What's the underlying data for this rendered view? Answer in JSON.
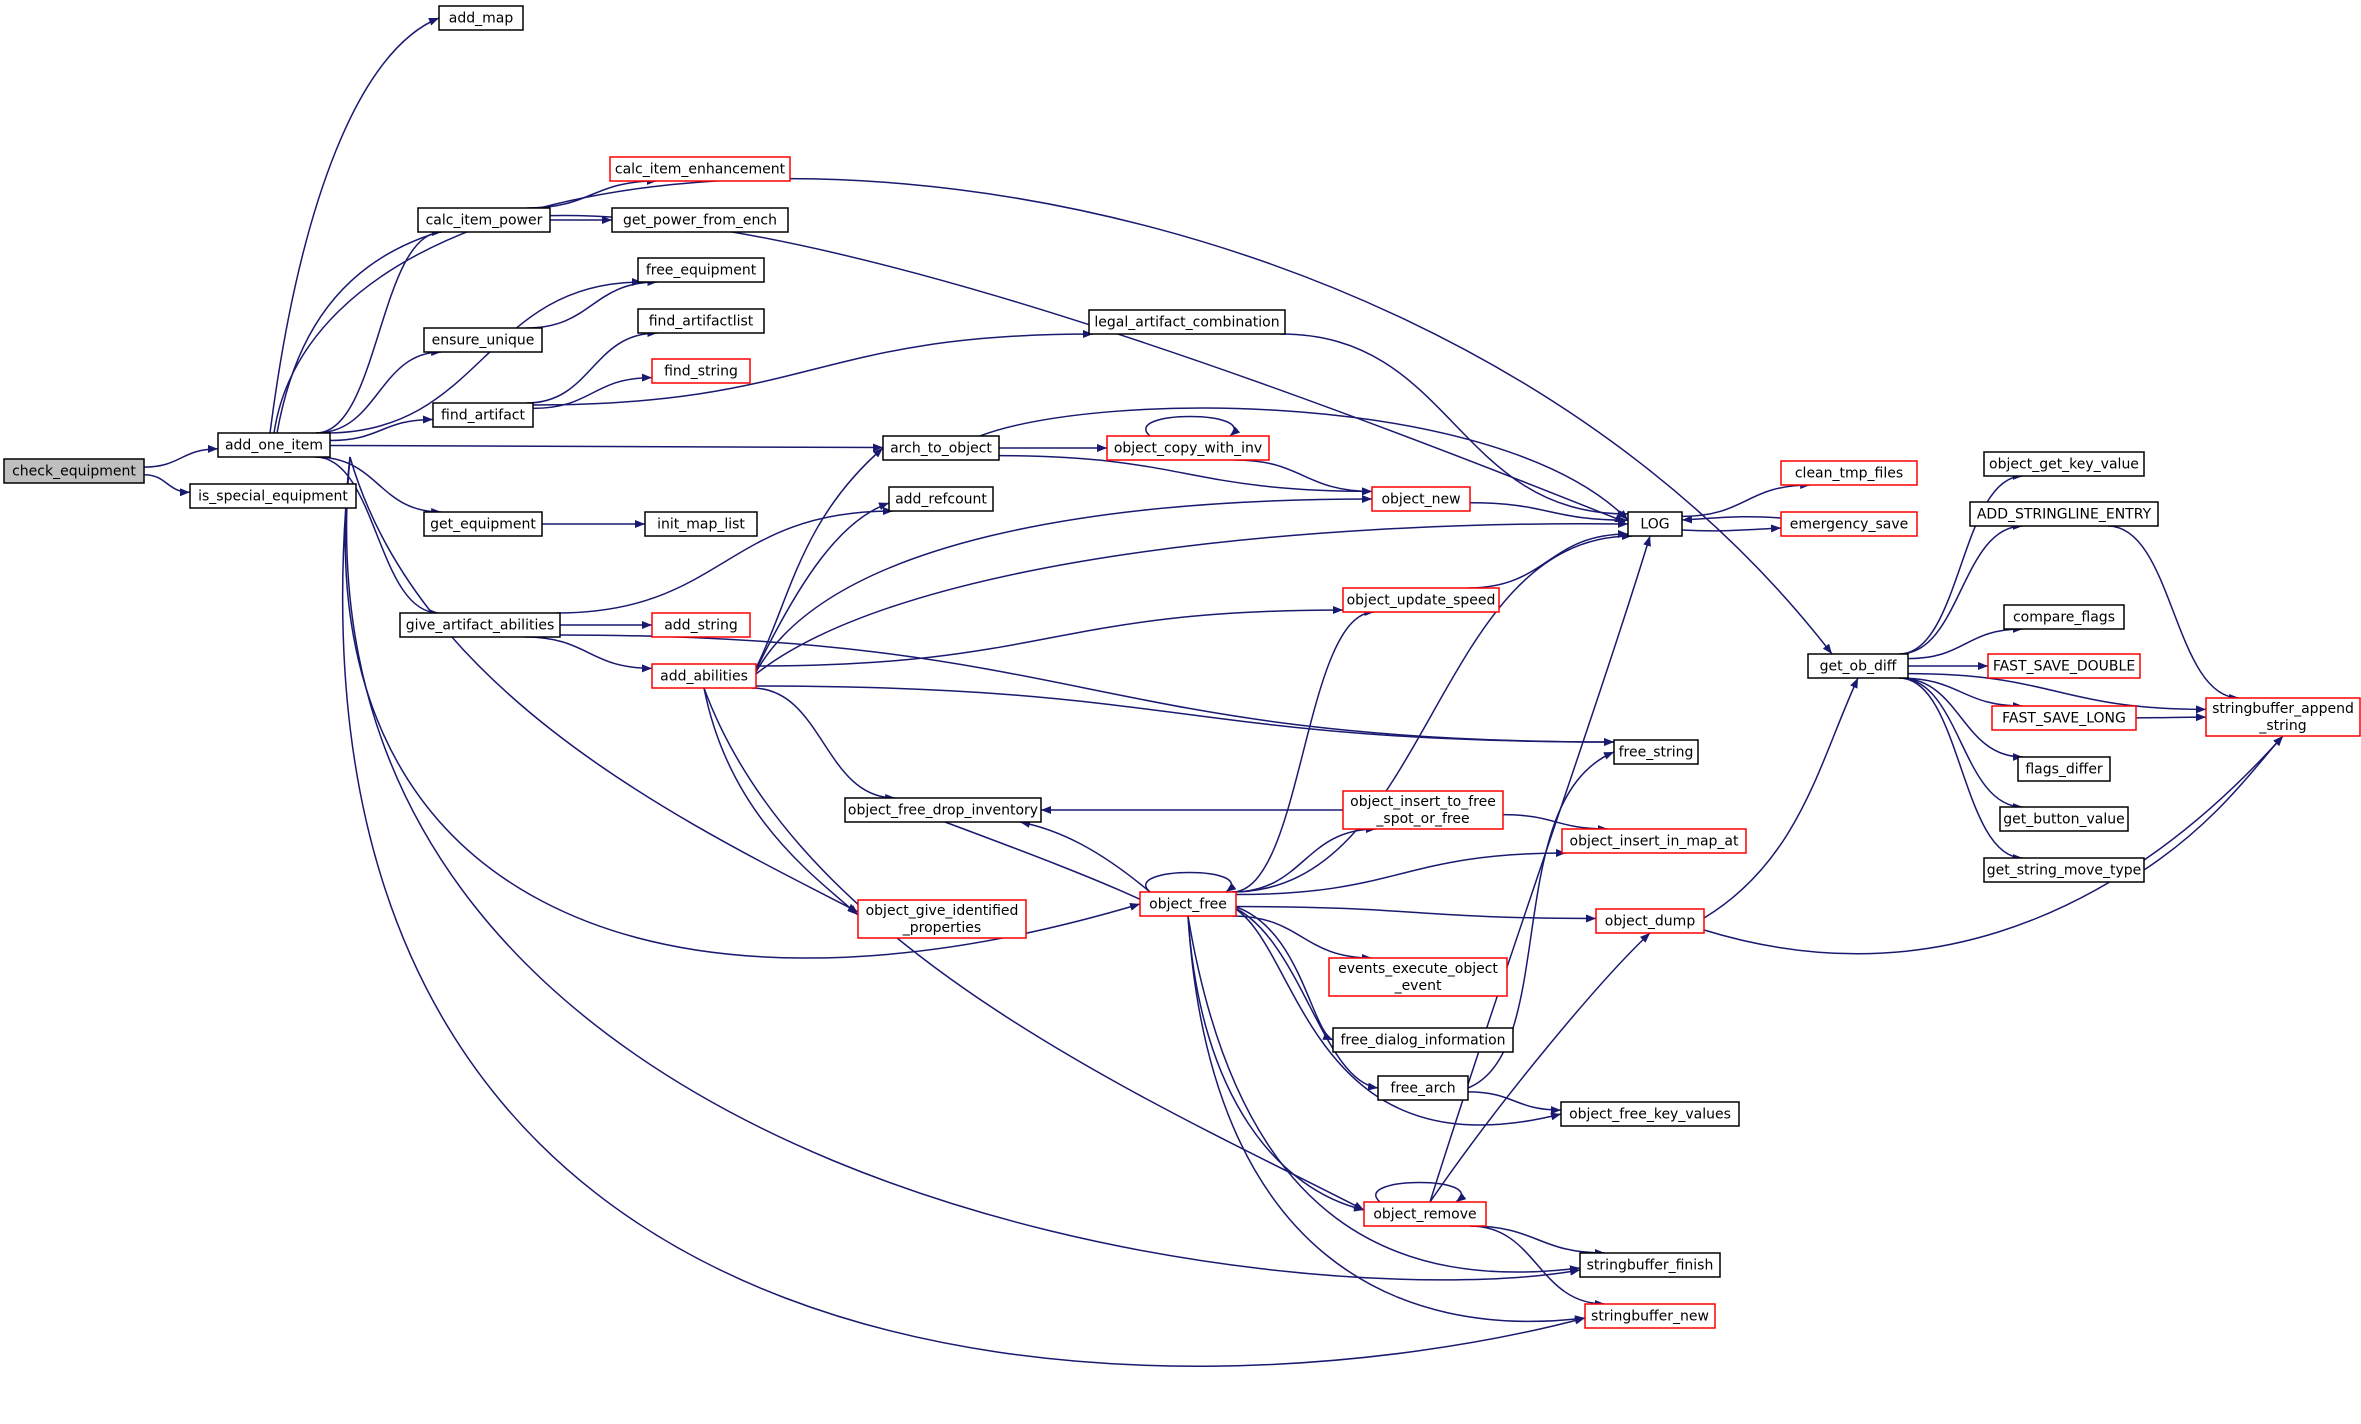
{
  "colors": {
    "edge": "#191970",
    "node_border_normal": "#000000",
    "node_border_truncated": "#ff0000",
    "node_fill": "#ffffff",
    "root_fill": "#bfbfbf"
  },
  "nodes": [
    {
      "id": "check_equipment",
      "lines": [
        "check_equipment"
      ],
      "style": "root"
    },
    {
      "id": "add_one_item",
      "lines": [
        "add_one_item"
      ],
      "style": "normal"
    },
    {
      "id": "is_special_equipment",
      "lines": [
        "is_special_equipment"
      ],
      "style": "normal"
    },
    {
      "id": "add_map",
      "lines": [
        "add_map"
      ],
      "style": "normal"
    },
    {
      "id": "calc_item_enhancement",
      "lines": [
        "calc_item_enhancement"
      ],
      "style": "truncated"
    },
    {
      "id": "calc_item_power",
      "lines": [
        "calc_item_power"
      ],
      "style": "normal"
    },
    {
      "id": "get_power_from_ench",
      "lines": [
        "get_power_from_ench"
      ],
      "style": "normal"
    },
    {
      "id": "free_equipment",
      "lines": [
        "free_equipment"
      ],
      "style": "normal"
    },
    {
      "id": "ensure_unique",
      "lines": [
        "ensure_unique"
      ],
      "style": "normal"
    },
    {
      "id": "find_artifactlist",
      "lines": [
        "find_artifactlist"
      ],
      "style": "normal"
    },
    {
      "id": "find_string",
      "lines": [
        "find_string"
      ],
      "style": "truncated"
    },
    {
      "id": "find_artifact",
      "lines": [
        "find_artifact"
      ],
      "style": "normal"
    },
    {
      "id": "legal_artifact_combination",
      "lines": [
        "legal_artifact_combination"
      ],
      "style": "normal"
    },
    {
      "id": "arch_to_object",
      "lines": [
        "arch_to_object"
      ],
      "style": "normal"
    },
    {
      "id": "object_copy_with_inv",
      "lines": [
        "object_copy_with_inv"
      ],
      "style": "truncated"
    },
    {
      "id": "add_refcount",
      "lines": [
        "add_refcount"
      ],
      "style": "normal"
    },
    {
      "id": "object_new",
      "lines": [
        "object_new"
      ],
      "style": "truncated"
    },
    {
      "id": "get_equipment",
      "lines": [
        "get_equipment"
      ],
      "style": "normal"
    },
    {
      "id": "init_map_list",
      "lines": [
        "init_map_list"
      ],
      "style": "normal"
    },
    {
      "id": "LOG",
      "lines": [
        "LOG"
      ],
      "style": "normal"
    },
    {
      "id": "clean_tmp_files",
      "lines": [
        "clean_tmp_files"
      ],
      "style": "truncated"
    },
    {
      "id": "emergency_save",
      "lines": [
        "emergency_save"
      ],
      "style": "truncated"
    },
    {
      "id": "object_update_speed",
      "lines": [
        "object_update_speed"
      ],
      "style": "truncated"
    },
    {
      "id": "give_artifact_abilities",
      "lines": [
        "give_artifact_abilities"
      ],
      "style": "normal"
    },
    {
      "id": "add_string",
      "lines": [
        "add_string"
      ],
      "style": "truncated"
    },
    {
      "id": "add_abilities",
      "lines": [
        "add_abilities"
      ],
      "style": "truncated"
    },
    {
      "id": "free_string",
      "lines": [
        "free_string"
      ],
      "style": "normal"
    },
    {
      "id": "object_free_drop_inventory",
      "lines": [
        "object_free_drop_inventory"
      ],
      "style": "normal"
    },
    {
      "id": "object_insert_to_free_spot_or_free",
      "lines": [
        "object_insert_to_free",
        "_spot_or_free"
      ],
      "style": "truncated"
    },
    {
      "id": "object_insert_in_map_at",
      "lines": [
        "object_insert_in_map_at"
      ],
      "style": "truncated"
    },
    {
      "id": "object_free",
      "lines": [
        "object_free"
      ],
      "style": "truncated"
    },
    {
      "id": "object_give_identified_properties",
      "lines": [
        "object_give_identified",
        "_properties"
      ],
      "style": "truncated"
    },
    {
      "id": "object_dump",
      "lines": [
        "object_dump"
      ],
      "style": "truncated"
    },
    {
      "id": "events_execute_object_event",
      "lines": [
        "events_execute_object",
        "_event"
      ],
      "style": "truncated"
    },
    {
      "id": "free_dialog_information",
      "lines": [
        "free_dialog_information"
      ],
      "style": "normal"
    },
    {
      "id": "free_arch",
      "lines": [
        "free_arch"
      ],
      "style": "normal"
    },
    {
      "id": "object_free_key_values",
      "lines": [
        "object_free_key_values"
      ],
      "style": "normal"
    },
    {
      "id": "object_remove",
      "lines": [
        "object_remove"
      ],
      "style": "truncated"
    },
    {
      "id": "stringbuffer_finish",
      "lines": [
        "stringbuffer_finish"
      ],
      "style": "normal"
    },
    {
      "id": "stringbuffer_new",
      "lines": [
        "stringbuffer_new"
      ],
      "style": "truncated"
    },
    {
      "id": "get_ob_diff",
      "lines": [
        "get_ob_diff"
      ],
      "style": "normal"
    },
    {
      "id": "object_get_key_value",
      "lines": [
        "object_get_key_value"
      ],
      "style": "normal"
    },
    {
      "id": "ADD_STRINGLINE_ENTRY",
      "lines": [
        "ADD_STRINGLINE_ENTRY"
      ],
      "style": "normal"
    },
    {
      "id": "compare_flags",
      "lines": [
        "compare_flags"
      ],
      "style": "normal"
    },
    {
      "id": "FAST_SAVE_DOUBLE",
      "lines": [
        "FAST_SAVE_DOUBLE"
      ],
      "style": "truncated"
    },
    {
      "id": "FAST_SAVE_LONG",
      "lines": [
        "FAST_SAVE_LONG"
      ],
      "style": "truncated"
    },
    {
      "id": "stringbuffer_append_string",
      "lines": [
        "stringbuffer_append",
        "_string"
      ],
      "style": "truncated"
    },
    {
      "id": "flags_differ",
      "lines": [
        "flags_differ"
      ],
      "style": "normal"
    },
    {
      "id": "get_button_value",
      "lines": [
        "get_button_value"
      ],
      "style": "normal"
    },
    {
      "id": "get_string_move_type",
      "lines": [
        "get_string_move_type"
      ],
      "style": "normal"
    }
  ],
  "edges": [
    [
      "check_equipment",
      "add_one_item"
    ],
    [
      "check_equipment",
      "is_special_equipment"
    ],
    [
      "add_one_item",
      "add_map"
    ],
    [
      "add_one_item",
      "LOG"
    ],
    [
      "add_one_item",
      "get_ob_diff"
    ],
    [
      "add_one_item",
      "calc_item_power"
    ],
    [
      "add_one_item",
      "free_equipment"
    ],
    [
      "add_one_item",
      "ensure_unique"
    ],
    [
      "add_one_item",
      "find_artifact"
    ],
    [
      "add_one_item",
      "arch_to_object"
    ],
    [
      "add_one_item",
      "get_equipment"
    ],
    [
      "add_one_item",
      "give_artifact_abilities"
    ],
    [
      "add_one_item",
      "object_give_identified_properties"
    ],
    [
      "add_one_item",
      "object_free"
    ],
    [
      "add_one_item",
      "stringbuffer_finish"
    ],
    [
      "add_one_item",
      "stringbuffer_new"
    ],
    [
      "calc_item_power",
      "calc_item_enhancement"
    ],
    [
      "calc_item_power",
      "get_power_from_ench"
    ],
    [
      "ensure_unique",
      "free_equipment"
    ],
    [
      "find_artifact",
      "find_artifactlist"
    ],
    [
      "find_artifact",
      "find_string"
    ],
    [
      "find_artifact",
      "legal_artifact_combination"
    ],
    [
      "legal_artifact_combination",
      "LOG"
    ],
    [
      "arch_to_object",
      "object_copy_with_inv"
    ],
    [
      "arch_to_object",
      "object_new"
    ],
    [
      "arch_to_object",
      "LOG"
    ],
    [
      "object_copy_with_inv",
      "object_copy_with_inv"
    ],
    [
      "object_copy_with_inv",
      "object_new"
    ],
    [
      "object_new",
      "LOG"
    ],
    [
      "get_equipment",
      "init_map_list"
    ],
    [
      "give_artifact_abilities",
      "add_refcount"
    ],
    [
      "give_artifact_abilities",
      "add_string"
    ],
    [
      "give_artifact_abilities",
      "add_abilities"
    ],
    [
      "give_artifact_abilities",
      "free_string"
    ],
    [
      "add_abilities",
      "arch_to_object"
    ],
    [
      "add_abilities",
      "add_refcount"
    ],
    [
      "add_abilities",
      "object_new"
    ],
    [
      "add_abilities",
      "LOG"
    ],
    [
      "add_abilities",
      "object_update_speed"
    ],
    [
      "add_abilities",
      "free_string"
    ],
    [
      "add_abilities",
      "object_free_drop_inventory"
    ],
    [
      "add_abilities",
      "object_give_identified_properties"
    ],
    [
      "add_abilities",
      "object_remove"
    ],
    [
      "object_update_speed",
      "LOG"
    ],
    [
      "LOG",
      "clean_tmp_files"
    ],
    [
      "LOG",
      "emergency_save"
    ],
    [
      "emergency_save",
      "LOG"
    ],
    [
      "object_insert_to_free_spot_or_free",
      "object_free_drop_inventory"
    ],
    [
      "object_insert_to_free_spot_or_free",
      "object_insert_in_map_at"
    ],
    [
      "object_free_drop_inventory",
      "object_free"
    ],
    [
      "object_free",
      "object_free"
    ],
    [
      "object_free",
      "object_free_drop_inventory"
    ],
    [
      "object_free",
      "object_update_speed"
    ],
    [
      "object_free",
      "LOG"
    ],
    [
      "object_free",
      "object_insert_to_free_spot_or_free"
    ],
    [
      "object_free",
      "object_insert_in_map_at"
    ],
    [
      "object_free",
      "object_dump"
    ],
    [
      "object_free",
      "events_execute_object_event"
    ],
    [
      "object_free",
      "free_dialog_information"
    ],
    [
      "object_free",
      "free_arch"
    ],
    [
      "object_free",
      "object_free_key_values"
    ],
    [
      "object_free",
      "object_remove"
    ],
    [
      "object_free",
      "stringbuffer_finish"
    ],
    [
      "object_free",
      "stringbuffer_new"
    ],
    [
      "free_arch",
      "free_string"
    ],
    [
      "free_arch",
      "object_free_key_values"
    ],
    [
      "object_remove",
      "object_remove"
    ],
    [
      "object_remove",
      "LOG"
    ],
    [
      "object_remove",
      "object_dump"
    ],
    [
      "object_remove",
      "stringbuffer_finish"
    ],
    [
      "object_remove",
      "stringbuffer_new"
    ],
    [
      "object_dump",
      "get_ob_diff"
    ],
    [
      "object_dump",
      "stringbuffer_append_string"
    ],
    [
      "get_ob_diff",
      "object_get_key_value"
    ],
    [
      "get_ob_diff",
      "ADD_STRINGLINE_ENTRY"
    ],
    [
      "get_ob_diff",
      "stringbuffer_append_string"
    ],
    [
      "get_ob_diff",
      "compare_flags"
    ],
    [
      "get_ob_diff",
      "FAST_SAVE_DOUBLE"
    ],
    [
      "get_ob_diff",
      "FAST_SAVE_LONG"
    ],
    [
      "get_ob_diff",
      "flags_differ"
    ],
    [
      "get_ob_diff",
      "get_button_value"
    ],
    [
      "get_ob_diff",
      "get_string_move_type"
    ],
    [
      "ADD_STRINGLINE_ENTRY",
      "stringbuffer_append_string"
    ],
    [
      "FAST_SAVE_LONG",
      "stringbuffer_append_string"
    ],
    [
      "get_string_move_type",
      "stringbuffer_append_string"
    ]
  ]
}
